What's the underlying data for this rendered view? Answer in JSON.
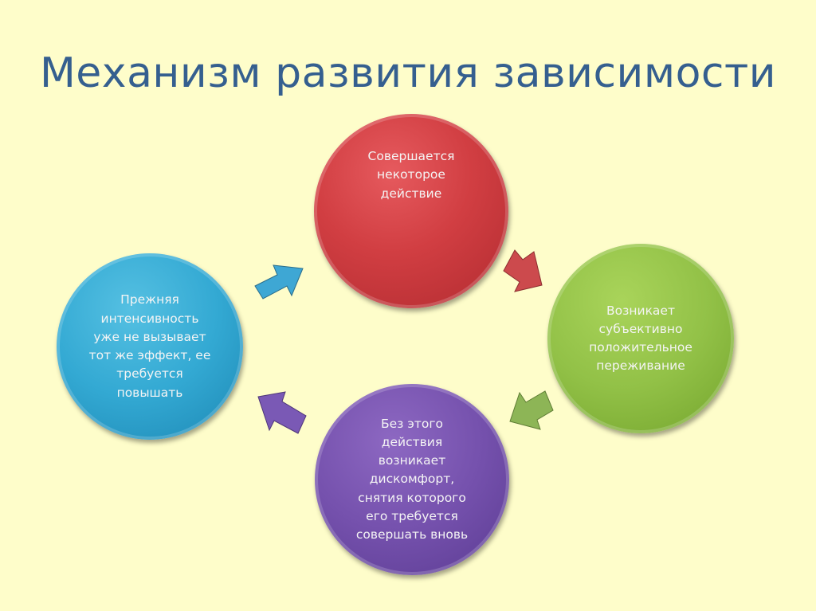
{
  "title": "Механизм развития зависимости",
  "nodes": [
    {
      "id": "action",
      "text": "Совершается\nнекоторое\nдействие",
      "color": "#d13e42"
    },
    {
      "id": "positive",
      "text": "Возникает\nсубъективно\nположительное\nпереживание",
      "color": "#92c147"
    },
    {
      "id": "discomfort",
      "text": "Без этого\nдействия\nвозникает\nдискомфорт,\nснятия которого\nего требуется\nсовершать вновь",
      "color": "#7551ad"
    },
    {
      "id": "tolerance",
      "text": "Прежняя\nинтенсивность\nуже не вызывает\nтот же эффект, ее\nтребуется\nповышать",
      "color": "#33a9d3"
    }
  ],
  "arrows": [
    {
      "from": "tolerance",
      "to": "action",
      "color": "#3ea7d4"
    },
    {
      "from": "action",
      "to": "positive",
      "color": "#cc4a4d"
    },
    {
      "from": "positive",
      "to": "discomfort",
      "color": "#8db556"
    },
    {
      "from": "discomfort",
      "to": "tolerance",
      "color": "#7a59b5"
    }
  ],
  "colors": {
    "background": "#fefdca",
    "title": "#355f8f"
  }
}
